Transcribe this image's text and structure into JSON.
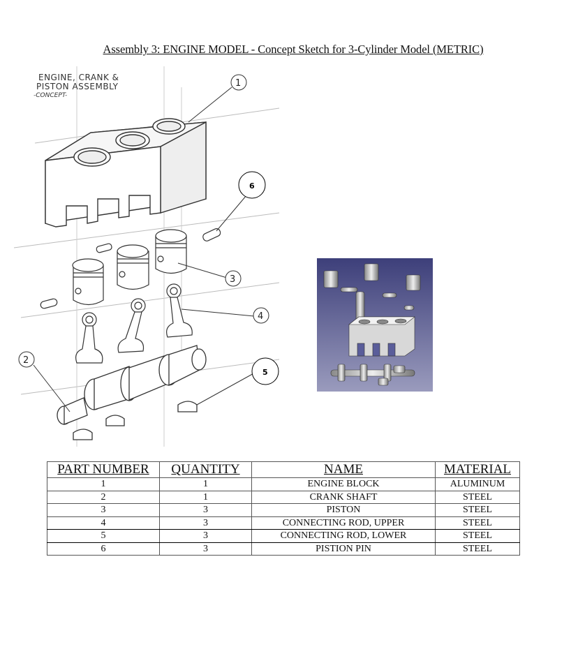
{
  "title": "Assembly 3: ENGINE MODEL - Concept Sketch for 3-Cylinder Model (METRIC)",
  "sketch": {
    "note_line1": "ENGINE, CRANK &",
    "note_line2": "PISTON ASSEMBLY",
    "note_line3": "-CONCEPT-",
    "balloons": [
      "1",
      "2",
      "3",
      "4",
      "5",
      "6"
    ]
  },
  "table": {
    "headers": [
      "PART NUMBER",
      "QUANTITY",
      "NAME",
      "MATERIAL"
    ],
    "rows": [
      [
        "1",
        "1",
        "ENGINE BLOCK",
        "ALUMINUM"
      ],
      [
        "2",
        "1",
        "CRANK SHAFT",
        "STEEL"
      ],
      [
        "3",
        "3",
        "PISTON",
        "STEEL"
      ],
      [
        "4",
        "3",
        "CONNECTING ROD, UPPER",
        "STEEL"
      ],
      [
        "5",
        "3",
        "CONNECTING ROD, LOWER",
        "STEEL"
      ],
      [
        "6",
        "3",
        "PISTION PIN",
        "STEEL"
      ]
    ]
  },
  "colors": {
    "render_bg": "#3a3f78",
    "sketch_line": "#444444"
  }
}
